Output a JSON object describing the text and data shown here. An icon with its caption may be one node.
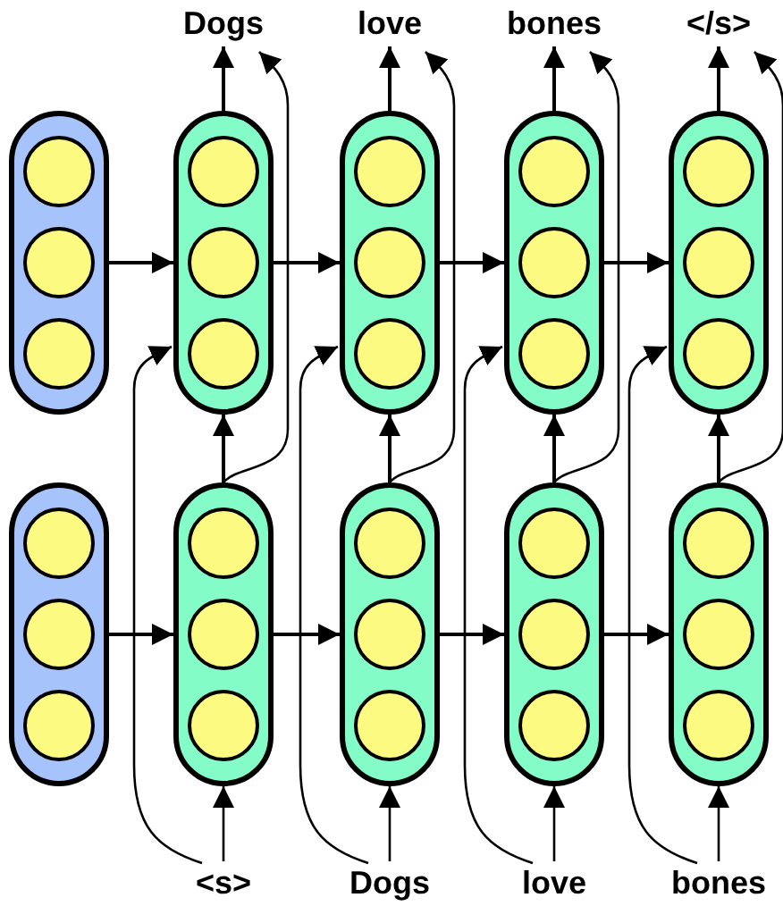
{
  "diagram": {
    "nodes": [
      {
        "text": [
          "Dogs"
        ]
      },
      {
        "text": [
          "love"
        ]
      },
      {
        "text": [
          "bones"
        ]
      },
      {
        "text": [
          "</s>"
        ]
      },
      {
        "text": [],
        "shape": "box"
      },
      {
        "text": [],
        "shape": "box"
      },
      {
        "text": [],
        "shape": "box"
      },
      {
        "text": [],
        "shape": "box"
      },
      {
        "text": [],
        "shape": "box"
      },
      {
        "text": [],
        "shape": "box"
      },
      {
        "text": [],
        "shape": "box"
      },
      {
        "text": [],
        "shape": "box"
      },
      {
        "text": [],
        "shape": "box"
      },
      {
        "text": [],
        "shape": "box"
      },
      {
        "text": [
          "<s>"
        ]
      },
      {
        "text": [
          "Dogs"
        ]
      },
      {
        "text": [
          "love"
        ]
      },
      {
        "text": [
          "bones"
        ]
      }
    ],
    "edges": [
      {
        "from": 4,
        "to": 5,
        "arrow": "to"
      },
      {
        "from": 5,
        "to": 6,
        "arrow": "to"
      },
      {
        "from": 6,
        "to": 7,
        "arrow": "to"
      },
      {
        "from": 7,
        "to": 8,
        "arrow": "to"
      },
      {
        "from": 9,
        "to": 10,
        "arrow": "to"
      },
      {
        "from": 10,
        "to": 11,
        "arrow": "to"
      },
      {
        "from": 11,
        "to": 12,
        "arrow": "to"
      },
      {
        "from": 12,
        "to": 13,
        "arrow": "to"
      },
      {
        "from": 10,
        "to": 5,
        "arrow": "to"
      },
      {
        "from": 11,
        "to": 6,
        "arrow": "to"
      },
      {
        "from": 12,
        "to": 7,
        "arrow": "to"
      },
      {
        "from": 13,
        "to": 8,
        "arrow": "to"
      },
      {
        "from": 5,
        "to": 0,
        "arrow": "to"
      },
      {
        "from": 6,
        "to": 1,
        "arrow": "to"
      },
      {
        "from": 7,
        "to": 2,
        "arrow": "to"
      },
      {
        "from": 8,
        "to": 3,
        "arrow": "to"
      },
      {
        "from": 14,
        "to": 10,
        "arrow": "to"
      },
      {
        "from": 15,
        "to": 11,
        "arrow": "to"
      },
      {
        "from": 16,
        "to": 12,
        "arrow": "to"
      },
      {
        "from": 17,
        "to": 13,
        "arrow": "to"
      },
      {
        "from": 14,
        "to": 5,
        "arrow": "to"
      },
      {
        "from": 15,
        "to": 6,
        "arrow": "to"
      },
      {
        "from": 16,
        "to": 7,
        "arrow": "to"
      },
      {
        "from": 17,
        "to": 8,
        "arrow": "to"
      },
      {
        "from": 10,
        "to": 0,
        "arrow": "to"
      },
      {
        "from": 11,
        "to": 1,
        "arrow": "to"
      },
      {
        "from": 12,
        "to": 2,
        "arrow": "to"
      },
      {
        "from": 13,
        "to": 3,
        "arrow": "to"
      }
    ]
  }
}
